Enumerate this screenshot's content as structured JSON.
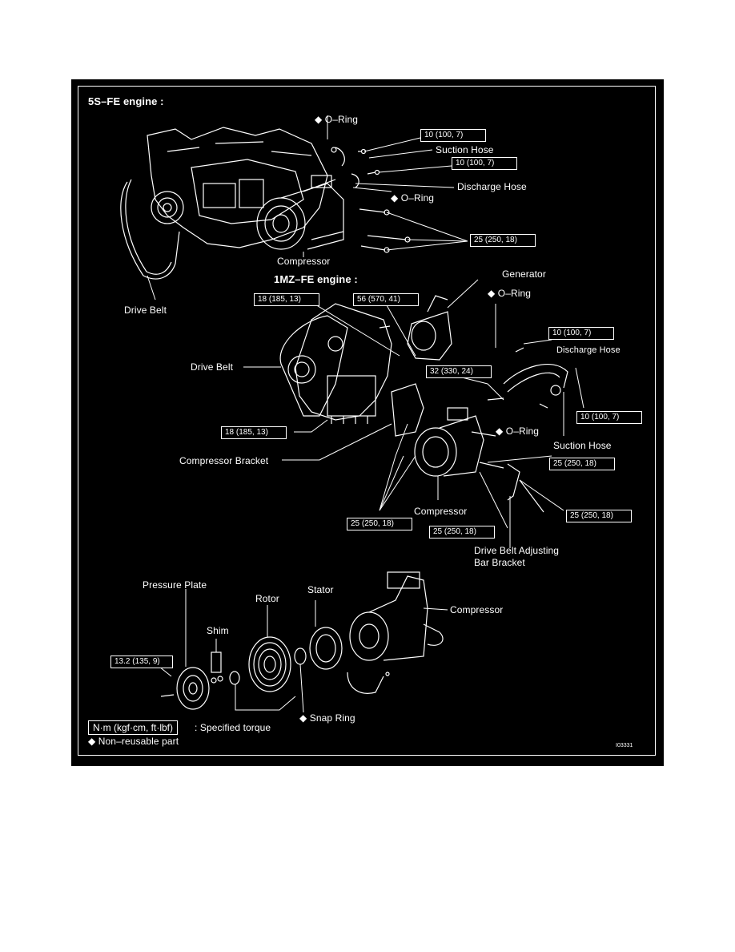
{
  "sections": {
    "s1": "5S–FE engine :",
    "s2": "1MZ–FE engine :"
  },
  "labels": {
    "oring1": "◆ O–Ring",
    "suction1": "Suction Hose",
    "discharge1": "Discharge Hose",
    "oring2": "◆ O–Ring",
    "compressor1": "Compressor",
    "drivebelt1": "Drive Belt",
    "generator": "Generator",
    "oring3": "◆ O–Ring",
    "discharge2": "Discharge Hose",
    "drivebelt2": "Drive Belt",
    "oring4": "◆ O–Ring",
    "suction2": "Suction Hose",
    "bracket": "Compressor Bracket",
    "compressor2": "Compressor",
    "adjusting1": "Drive Belt Adjusting",
    "adjusting2": "Bar Bracket",
    "pressureplate": "Pressure Plate",
    "rotor": "Rotor",
    "stator": "Stator",
    "compressor3": "Compressor",
    "shim": "Shim",
    "snapring": "◆ Snap Ring"
  },
  "torques": {
    "t1": "10 (100, 7)",
    "t2": "10 (100, 7)",
    "t3": "25 (250, 18)",
    "t4": "18 (185, 13)",
    "t5": "56 (570, 41)",
    "t6": "10 (100, 7)",
    "t7": "32 (330, 24)",
    "t8": "10 (100, 7)",
    "t9": "18 (185, 13)",
    "t10": "25 (250, 18)",
    "t11": "25 (250, 18)",
    "t12": "25 (250, 18)",
    "t13": "25 (250, 18)",
    "t14": "13.2 (135, 9)"
  },
  "legend": {
    "unit": "N·m (kgf·cm, ft·lbf)",
    "unit_desc": ": Specified torque",
    "nonreusable": "◆ Non–reusable part"
  },
  "figure_id": "I03331"
}
